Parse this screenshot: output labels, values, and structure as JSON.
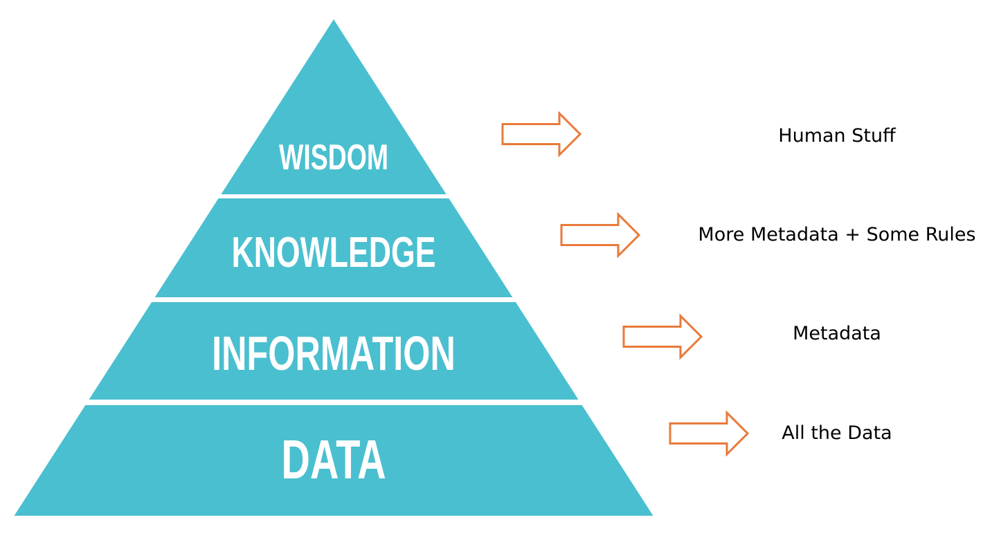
{
  "colors": {
    "pyramid": "#4ABFCF",
    "arrow": "#E8793A",
    "label": "#FFFFFF",
    "note": "#000000"
  },
  "tiers": [
    {
      "label": "WISDOM",
      "note": "Human Stuff"
    },
    {
      "label": "KNOWLEDGE",
      "note": "More Metadata + Some Rules"
    },
    {
      "label": "INFORMATION",
      "note": "Metadata"
    },
    {
      "label": "DATA",
      "note": "All the Data"
    }
  ]
}
